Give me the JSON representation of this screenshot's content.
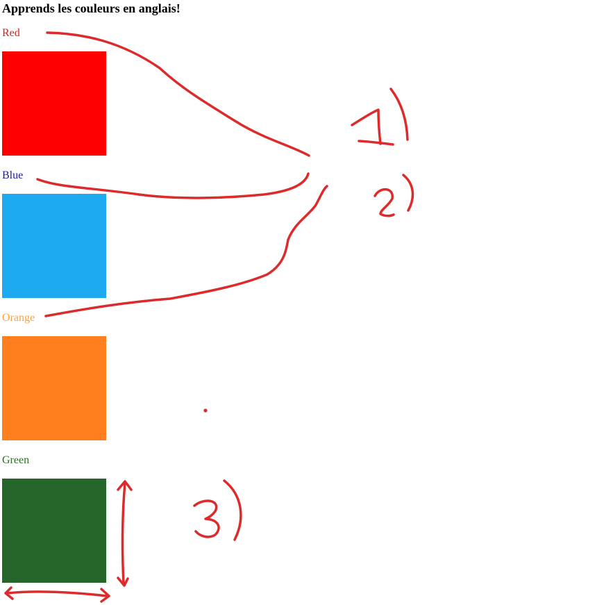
{
  "page": {
    "title": "Apprends les couleurs en anglais!"
  },
  "colors": [
    {
      "label": "Red",
      "label_color": "#d42121",
      "swatch_color": "#ff0000"
    },
    {
      "label": "Blue",
      "label_color": "#1a1aa8",
      "swatch_color": "#1eaaf1"
    },
    {
      "label": "Orange",
      "label_color": "#f7a23b",
      "swatch_color": "#ff7f1f"
    },
    {
      "label": "Green",
      "label_color": "#2f6e2a",
      "swatch_color": "#266529"
    }
  ],
  "annotations": {
    "stroke_color": "#dd2a2a"
  }
}
